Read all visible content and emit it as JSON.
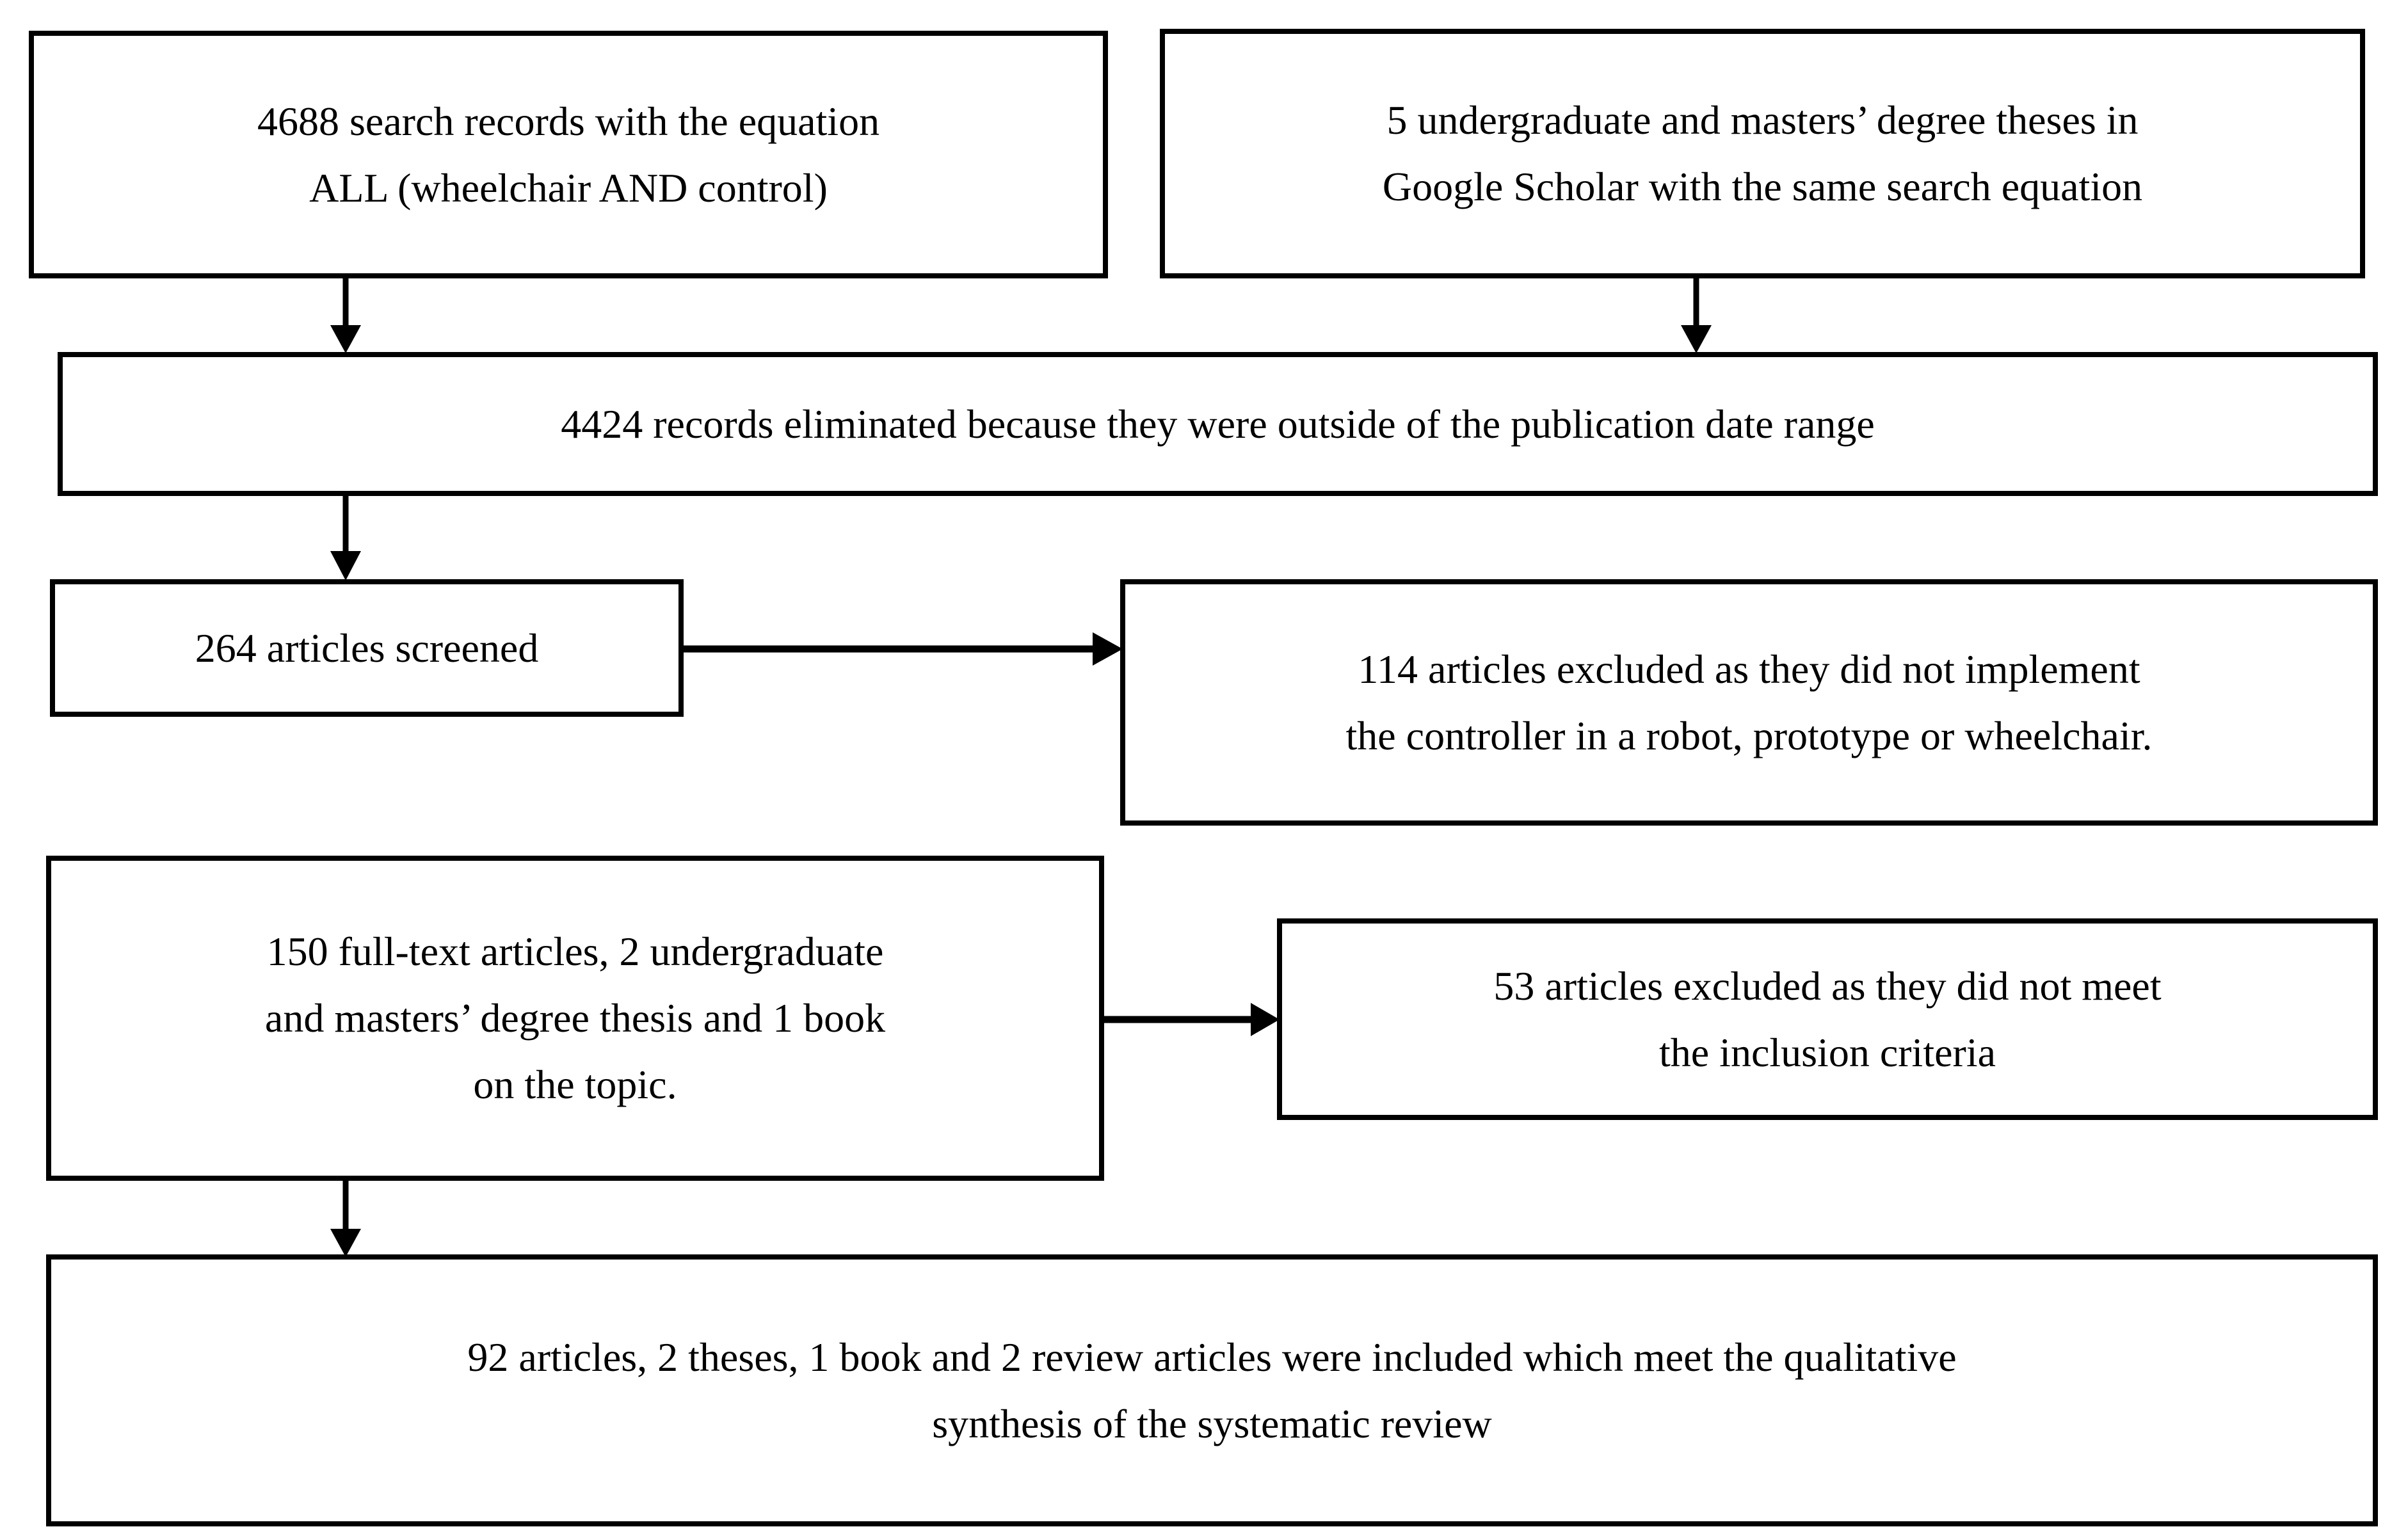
{
  "diagram": {
    "title": "PRISMA systematic review selection flow diagram",
    "type": "flowchart",
    "stroke_color": "#000000",
    "background_color": "#ffffff",
    "nodes": [
      {
        "id": "records-identified",
        "name": "search-records-box",
        "lines": [
          "4688 search records with the equation",
          "ALL (wheelchair AND control)"
        ]
      },
      {
        "id": "theses-identified",
        "name": "google-scholar-theses-box",
        "lines": [
          "5 undergraduate and masters’ degree theses in",
          "Google Scholar with the same search equation"
        ]
      },
      {
        "id": "records-eliminated",
        "name": "records-eliminated-box",
        "lines": [
          "4424 records eliminated because they were outside of the publication date range"
        ]
      },
      {
        "id": "articles-screened",
        "name": "articles-screened-box",
        "lines": [
          "264 articles screened"
        ]
      },
      {
        "id": "excluded-no-implementation",
        "name": "excluded-no-implementation-box",
        "lines": [
          "114 articles excluded as they did not implement",
          "the controller in a robot, prototype or wheelchair."
        ]
      },
      {
        "id": "full-text-assessed",
        "name": "full-text-articles-box",
        "lines": [
          "150 full-text articles, 2 undergraduate",
          "and masters’ degree thesis and 1 book",
          "on the topic."
        ]
      },
      {
        "id": "excluded-inclusion-criteria",
        "name": "excluded-inclusion-criteria-box",
        "lines": [
          "53 articles excluded as they did not meet",
          "the inclusion criteria"
        ]
      },
      {
        "id": "included-synthesis",
        "name": "included-qualitative-synthesis-box",
        "lines": [
          "92 articles, 2 theses, 1 book and 2 review articles were included which meet the qualitative",
          "synthesis of the systematic review"
        ]
      }
    ],
    "edges": [
      {
        "id": "e1",
        "name": "arrow-records-to-eliminated",
        "from": "records-identified",
        "to": "records-eliminated",
        "direction": "down"
      },
      {
        "id": "e2",
        "name": "arrow-theses-to-eliminated",
        "from": "theses-identified",
        "to": "records-eliminated",
        "direction": "down"
      },
      {
        "id": "e3",
        "name": "arrow-eliminated-to-screened",
        "from": "records-eliminated",
        "to": "articles-screened",
        "direction": "down"
      },
      {
        "id": "e4",
        "name": "arrow-screened-to-excluded",
        "from": "articles-screened",
        "to": "excluded-no-implementation",
        "direction": "right"
      },
      {
        "id": "e5",
        "name": "arrow-fulltext-to-excluded",
        "from": "full-text-assessed",
        "to": "excluded-inclusion-criteria",
        "direction": "right"
      },
      {
        "id": "e6",
        "name": "arrow-fulltext-to-included",
        "from": "full-text-assessed",
        "to": "included-synthesis",
        "direction": "down"
      }
    ]
  }
}
